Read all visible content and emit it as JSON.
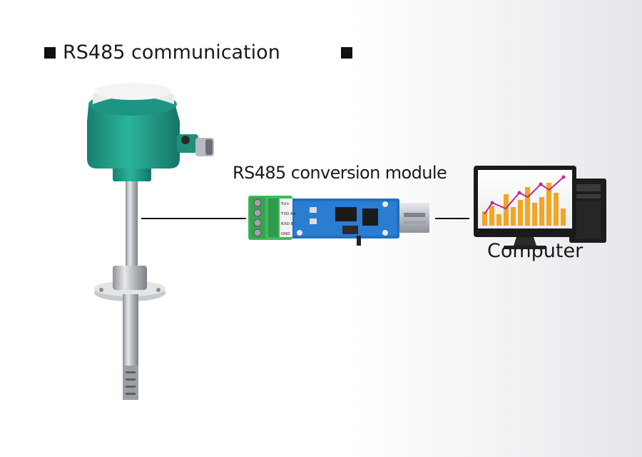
{
  "header": {
    "title": "RS485 communication"
  },
  "labels": {
    "module": "RS485 conversion module",
    "computer": "Computer"
  },
  "module_pins": [
    "5V+",
    "TXD A+",
    "RXD B-",
    "GND"
  ],
  "colors": {
    "sensor_head": "#21a08c",
    "terminal_block": "#3fba5c",
    "pcb": "#1f6fc2",
    "monitor_bars": "#f2a623",
    "monitor_line": "#c02a8f"
  }
}
